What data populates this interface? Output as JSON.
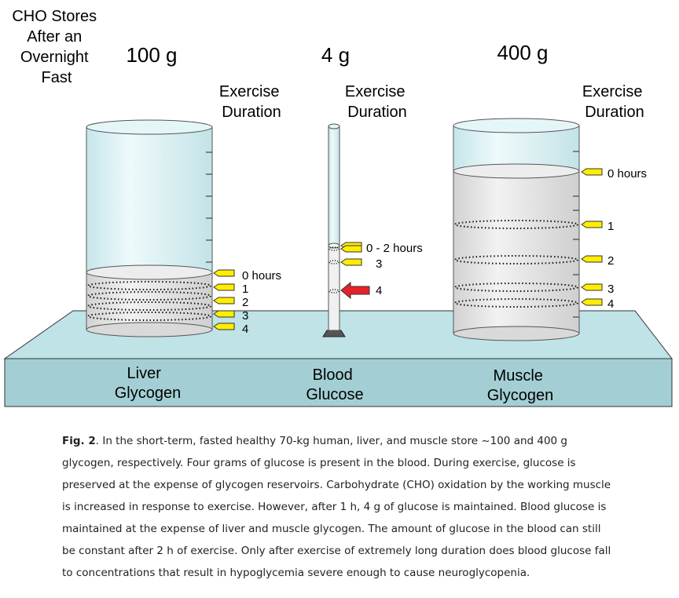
{
  "header": {
    "cho_title_lines": [
      "CHO Stores",
      "After an",
      "Overnight",
      "Fast"
    ],
    "exercise_duration_lines": [
      "Exercise",
      "Duration"
    ]
  },
  "containers": [
    {
      "id": "liver",
      "amount": "100 g",
      "name_lines": [
        "Liver",
        "Glycogen"
      ],
      "markers": [
        "0 hours",
        "1",
        "2",
        "3",
        "4"
      ]
    },
    {
      "id": "blood",
      "amount": "4 g",
      "name_lines": [
        "Blood",
        "Glucose"
      ],
      "markers": [
        "0 - 2 hours",
        "3",
        "4"
      ]
    },
    {
      "id": "muscle",
      "amount": "400 g",
      "name_lines": [
        "Muscle",
        "Glycogen"
      ],
      "markers": [
        "0 hours",
        "1",
        "2",
        "3",
        "4"
      ]
    }
  ],
  "colors": {
    "platform_top": "#bfe3e6",
    "platform_front": "#a3cfd4",
    "glass": "#dff4f7",
    "glycogen_fill": "#e4e4e4",
    "marker_yellow": "#ffee00",
    "marker_red": "#e8202a"
  },
  "caption": {
    "label": "Fig. 2",
    "text": ". In the short-term, fasted healthy 70-kg human, liver, and muscle store ~100 and 400 g glycogen, respectively. Four grams of glucose is present in the blood. During exercise, glucose is preserved at the expense of glycogen reservoirs. Carbohydrate (CHO) oxidation by the working muscle is increased in response to exercise. However, after 1 h, 4 g of glucose is maintained. Blood glucose is maintained at the expense of liver and muscle glycogen. The amount of glucose in the blood can still be constant after 2 h of exercise. Only after exercise of extremely long duration does blood glucose fall to concentrations that result in hypoglycemia severe enough to cause neuroglycopenia."
  }
}
